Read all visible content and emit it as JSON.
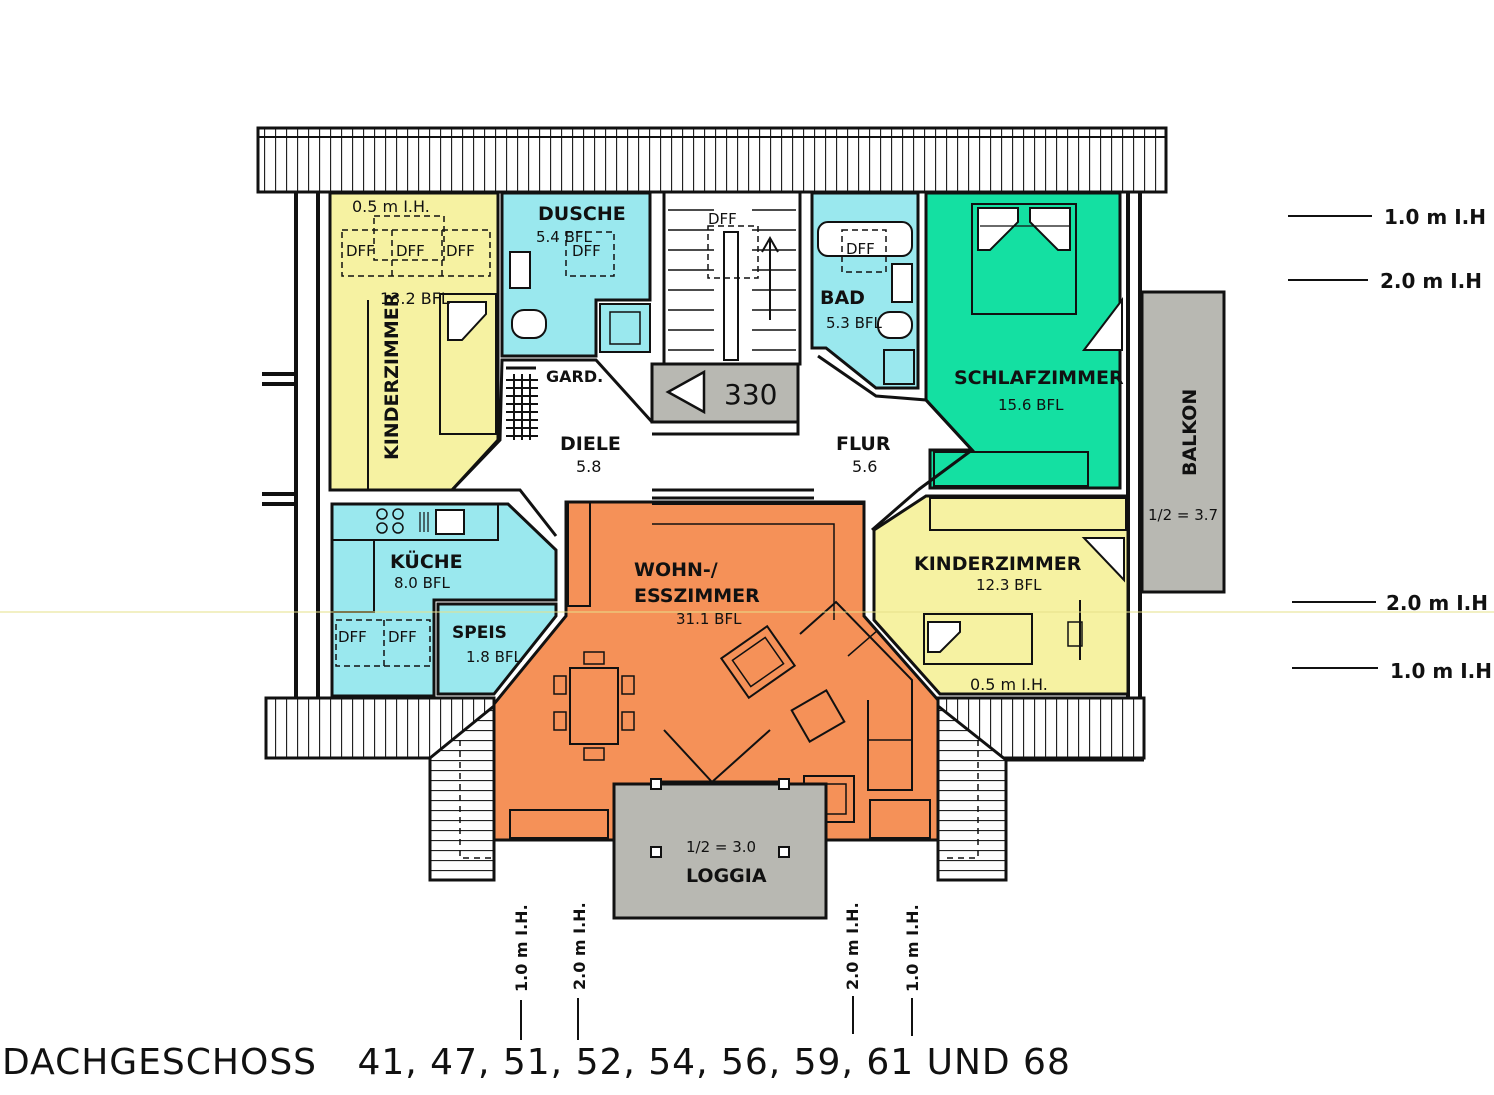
{
  "colors": {
    "kinder": "#f6f2a2",
    "wet": "#9ae8ee",
    "schlaf": "#14e0a2",
    "wohn": "#f59158",
    "grey": "#b8b8b2",
    "wall": "#111111"
  },
  "rooms": {
    "kinder1": {
      "name": "KINDERZIMMER",
      "area": "13.2 BFL",
      "note": "0.5 m I.H."
    },
    "dusche": {
      "name": "DUSCHE",
      "area": "5.4 BFL"
    },
    "bad": {
      "name": "BAD",
      "area": "5.3 BFL"
    },
    "schlaf": {
      "name": "SCHLAFZIMMER",
      "area": "15.6 BFL"
    },
    "balkon": {
      "name": "BALKON",
      "area": "1/2 = 3.7"
    },
    "gard": {
      "name": "GARD."
    },
    "diele": {
      "name": "DIELE",
      "area": "5.8"
    },
    "flur": {
      "name": "FLUR",
      "area": "5.6"
    },
    "stair": {
      "number": "330",
      "dff": "DFF"
    },
    "kueche": {
      "name": "KÜCHE",
      "area": "8.0 BFL"
    },
    "speis": {
      "name": "SPEIS",
      "area": "1.8 BFL"
    },
    "wohn": {
      "name_line1": "WOHN-/",
      "name_line2": "ESSZIMMER",
      "area": "31.1 BFL"
    },
    "kinder2": {
      "name": "KINDERZIMMER",
      "area": "12.3 BFL",
      "note": "0.5 m I.H."
    },
    "loggia": {
      "name": "LOGGIA",
      "area": "1/2 = 3.0"
    }
  },
  "dff": {
    "label": "DFF"
  },
  "height_marks": {
    "right": [
      "1.0 m I.H",
      "2.0 m I.H",
      "2.0 m I.H",
      "1.0 m I.H"
    ],
    "bottom": [
      "1.0 m I.H.",
      "2.0 m I.H.",
      "2.0 m I.H.",
      "1.0 m I.H."
    ]
  },
  "caption": {
    "title": "DACHGESCHOSS",
    "numbers": "41, 47, 51, 52, 54, 56, 59, 61 UND 68"
  }
}
